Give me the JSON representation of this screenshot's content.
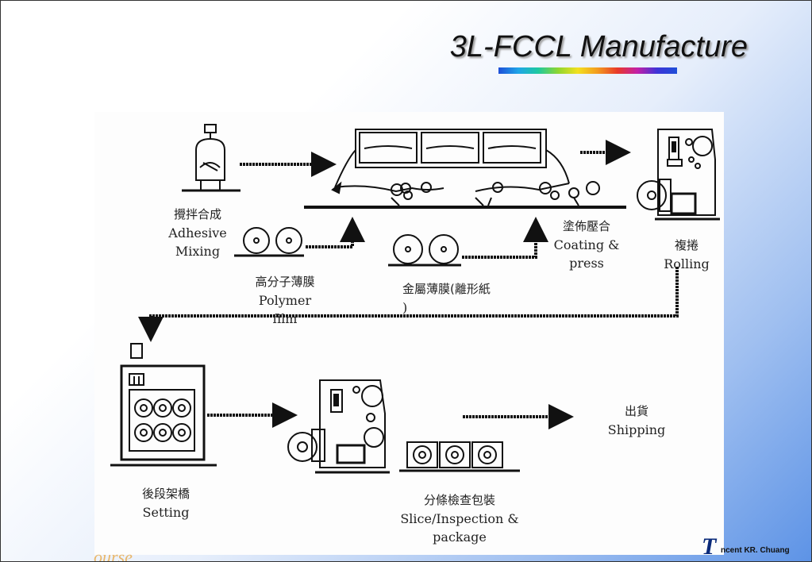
{
  "title": "3L-FCCL Manufacture",
  "steps": {
    "mixing": {
      "cjk": "攪拌合成",
      "en1": "Adhesive",
      "en2": "Mixing"
    },
    "coating": {
      "cjk": "塗佈壓合",
      "en1": "Coating &",
      "en2": "press"
    },
    "rolling": {
      "cjk": "複捲",
      "en1": "Rolling"
    },
    "polymer": {
      "cjk": "高分子薄膜",
      "en1": "Polymer",
      "en2": "film"
    },
    "metal": {
      "cjk": "金屬薄膜(離形紙",
      "en1": ")"
    },
    "setting": {
      "cjk": "後段架橋",
      "en1": "Setting"
    },
    "slice": {
      "cjk": "分條檢查包裝",
      "en1": "Slice/Inspection &",
      "en2": "package"
    },
    "shipping": {
      "cjk": "出貨",
      "en1": "Shipping"
    }
  },
  "footer": {
    "left_text": "ourse",
    "logo_letter": "T",
    "author": "ncent KR. Chuang"
  },
  "colors": {
    "background_edge": "#5d93e6",
    "logo": "#0a2a7a",
    "footer_text": "#e8a33a"
  }
}
